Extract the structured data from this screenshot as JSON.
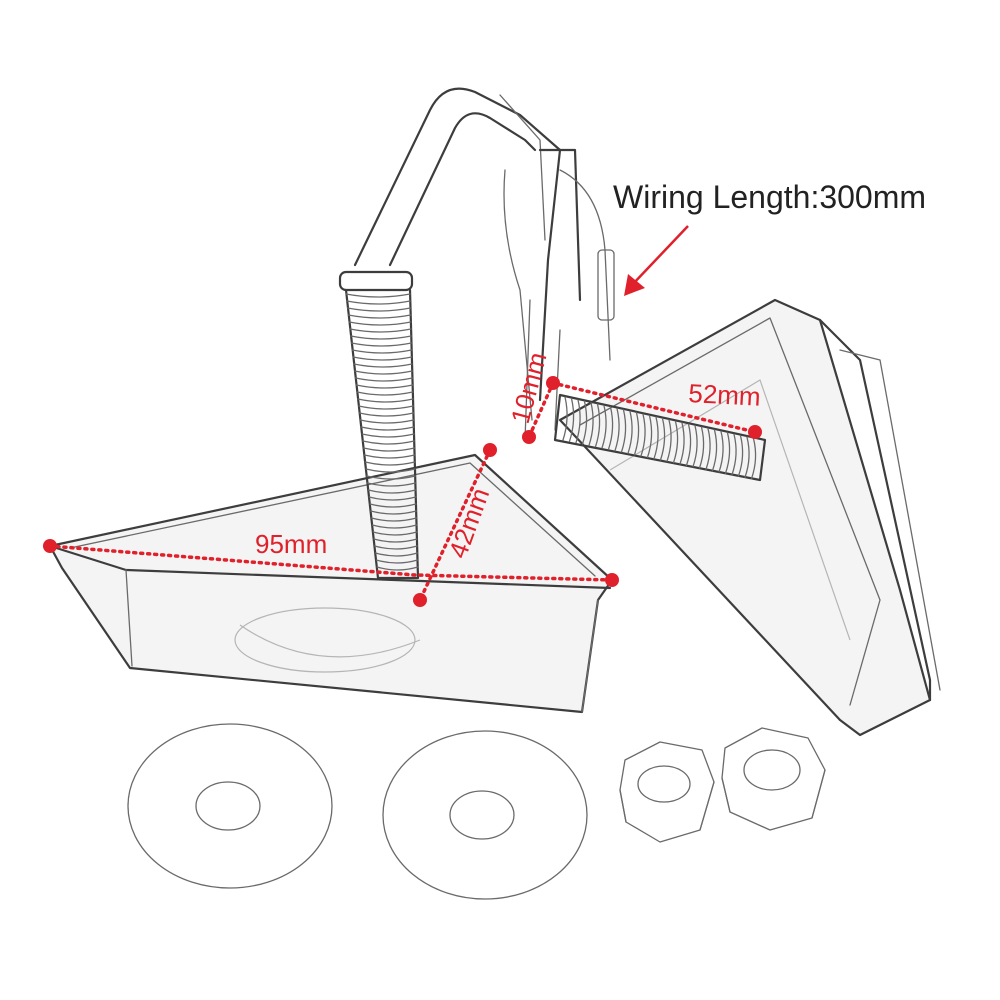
{
  "colors": {
    "dimension": "#e0202a",
    "sketch": "#3d3d3d",
    "label": "#222222"
  },
  "dimensions": {
    "long_edge": "95mm",
    "short_edge": "42mm",
    "stem_width": "10mm",
    "spring_length": "52mm"
  },
  "callout": {
    "wiring": "Wiring Length:300mm"
  },
  "icons": {
    "arrow": "arrow-icon"
  }
}
